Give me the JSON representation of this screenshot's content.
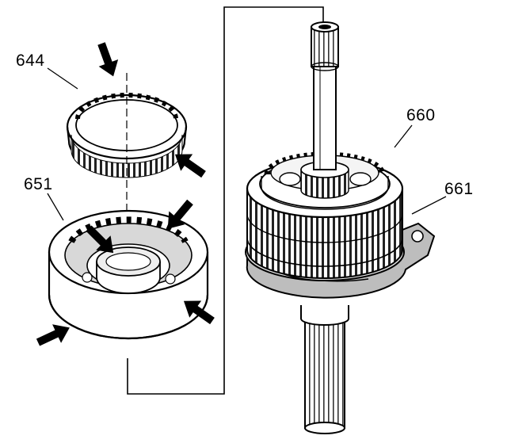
{
  "callouts": {
    "c644": "644",
    "c651": "651",
    "c660": "660",
    "c661": "661"
  },
  "colors": {
    "line": "#000000",
    "background": "#ffffff",
    "shade": "#bdbdbd",
    "dark": "#6e6e6e"
  }
}
